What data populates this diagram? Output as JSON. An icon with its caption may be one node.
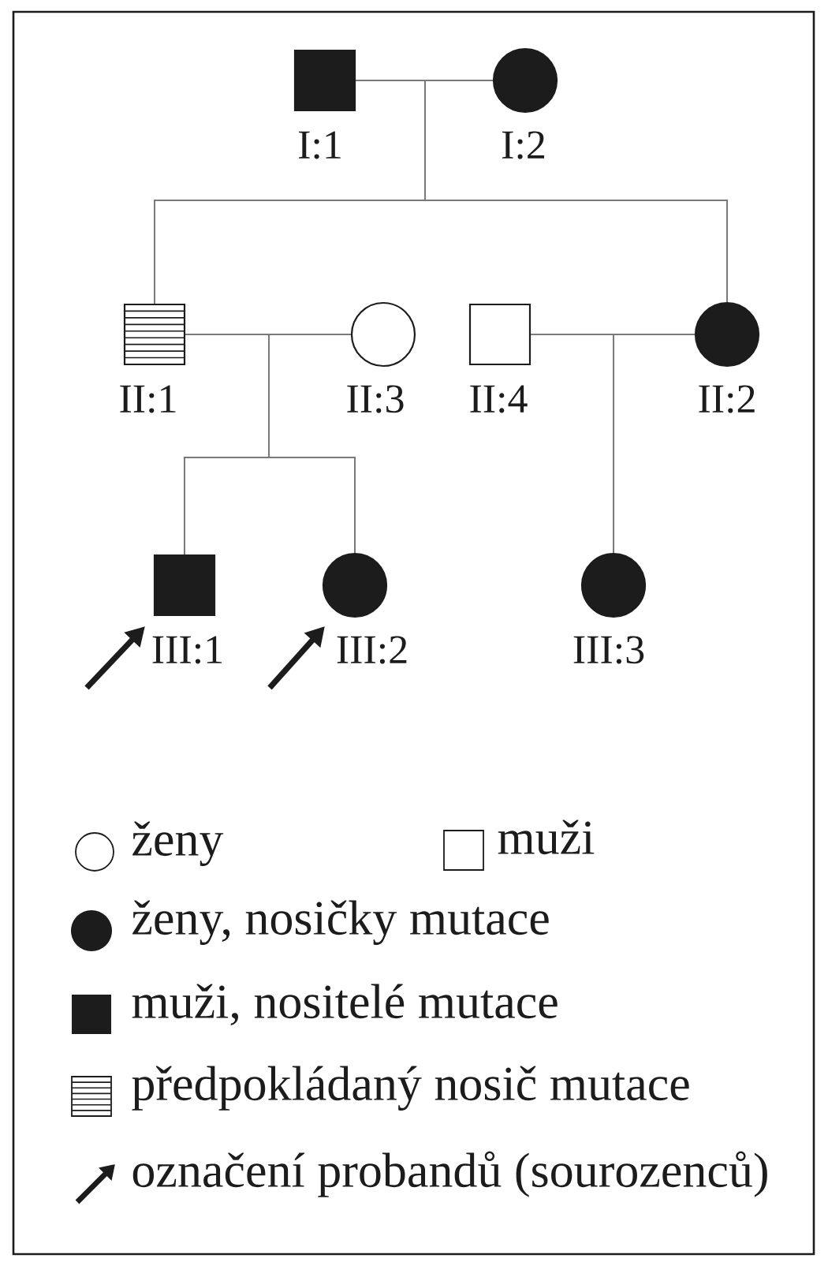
{
  "diagram": {
    "nodes": [
      {
        "text": [],
        "shape": "box",
        "beside": [
          "I:1"
        ]
      },
      {
        "text": [],
        "shape": "circle",
        "beside": [
          "I:2"
        ]
      },
      {
        "text": [],
        "shape": "box",
        "beside": [
          "II:1"
        ]
      },
      {
        "text": [],
        "shape": "circle",
        "beside": [
          "II:3"
        ]
      },
      {
        "text": [],
        "shape": "box",
        "beside": [
          "II:4"
        ]
      },
      {
        "text": [],
        "shape": "circle",
        "beside": [
          "II:2"
        ]
      },
      {
        "text": [],
        "shape": "box",
        "beside": [
          "III:1"
        ]
      },
      {
        "text": [],
        "shape": "circle",
        "beside": [
          "III:2"
        ]
      },
      {
        "text": [],
        "shape": "circle",
        "beside": [
          "III:3"
        ]
      }
    ],
    "edges": [
      {
        "from": 0,
        "to": 1,
        "arrow": "none"
      },
      {
        "from": 0,
        "to": 2,
        "arrow": "none"
      },
      {
        "from": 0,
        "to": 5,
        "arrow": "none"
      },
      {
        "from": 1,
        "to": 2,
        "arrow": "none"
      },
      {
        "from": 1,
        "to": 5,
        "arrow": "none"
      },
      {
        "from": 2,
        "to": 3,
        "arrow": "none"
      },
      {
        "from": 2,
        "to": 6,
        "arrow": "none"
      },
      {
        "from": 2,
        "to": 7,
        "arrow": "none"
      },
      {
        "from": 3,
        "to": 6,
        "arrow": "none"
      },
      {
        "from": 3,
        "to": 7,
        "arrow": "none"
      },
      {
        "from": 4,
        "to": 5,
        "arrow": "none"
      },
      {
        "from": 4,
        "to": 8,
        "arrow": "none"
      },
      {
        "from": 5,
        "to": 8,
        "arrow": "none"
      },
      {
        "from": null,
        "to": 6,
        "arrow": "to",
        "style": "thick",
        "color": "#1c1c1c"
      },
      {
        "from": null,
        "to": 7,
        "arrow": "to",
        "style": "thick",
        "color": "#1c1c1c"
      }
    ],
    "legend": [
      {
        "text": "ženy"
      },
      {
        "text": "muži"
      },
      {
        "text": "ženy, nosičky mutace"
      },
      {
        "text": "muži, nositelé mutace"
      },
      {
        "text": "předpokládaný nosič mutace"
      },
      {
        "text": "označení probandů (sourozenců)"
      }
    ]
  }
}
